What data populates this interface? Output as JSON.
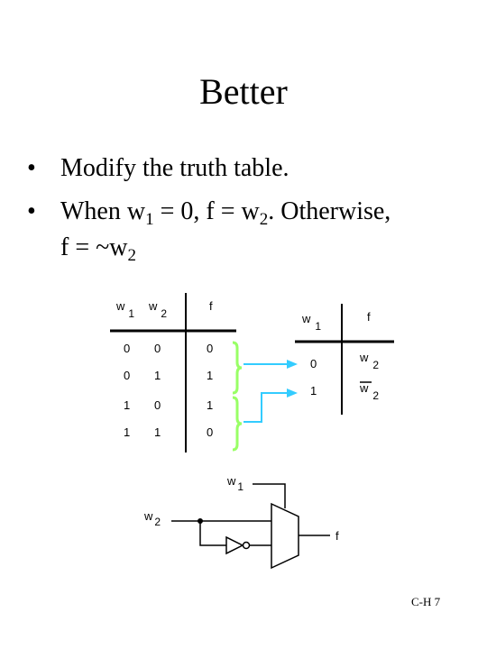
{
  "slide": {
    "title": "Better",
    "footer": "C-H 7"
  },
  "bullets": [
    {
      "dot": "•",
      "text": "Modify the truth table."
    },
    {
      "dot": "•",
      "p1": "When w",
      "s1": "1",
      "p2": " = 0, f = w",
      "s2": "2",
      "p3": ". Otherwise,",
      "cont_p1": "f = ~w",
      "cont_s1": "2"
    }
  ],
  "truth_table": {
    "headers": {
      "w": "w",
      "w1_sub": "1",
      "w2_sub": "2",
      "f": "f"
    },
    "rows": [
      {
        "w1": "0",
        "w2": "0",
        "f": "0"
      },
      {
        "w1": "0",
        "w2": "1",
        "f": "1"
      },
      {
        "w1": "1",
        "w2": "0",
        "f": "1"
      },
      {
        "w1": "1",
        "w2": "1",
        "f": "0"
      }
    ]
  },
  "reduced_table": {
    "header_w": "w",
    "header_w_sub": "1",
    "header_f": "f",
    "rows": [
      {
        "w1": "0",
        "f": "w",
        "f_sub": "2"
      },
      {
        "w1": "1",
        "f": "w",
        "f_sub": "2"
      }
    ]
  },
  "circuit": {
    "select_label": "w",
    "select_sub": "1",
    "input_label": "w",
    "input_sub": "2",
    "output_label": "f"
  },
  "colors": {
    "arrow": "#33ccff",
    "brace": "#99ff66",
    "ink": "#000000"
  }
}
